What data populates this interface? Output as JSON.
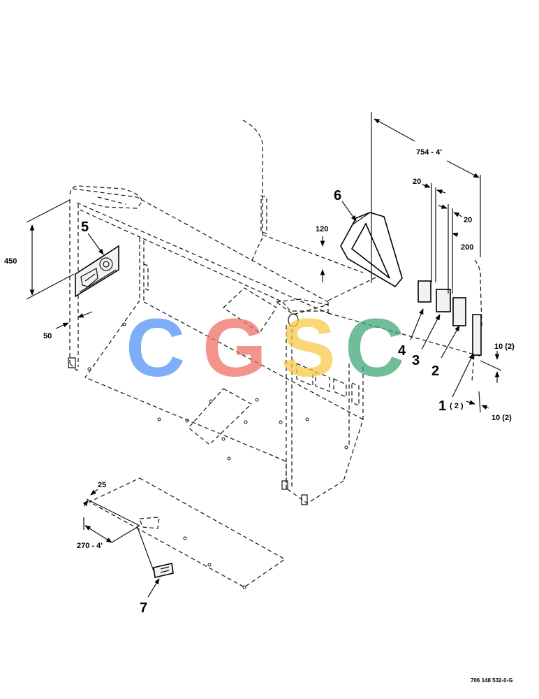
{
  "callouts": {
    "n1": "1",
    "n1_qty": "( 2 )",
    "n2": "2",
    "n3": "3",
    "n4": "4",
    "n5": "5",
    "n6": "6",
    "n7": "7"
  },
  "dimensions": {
    "d754": "754 - 4'",
    "d20a": "20",
    "d20b": "20",
    "d200": "200",
    "d120": "120",
    "d450": "450",
    "d50": "50",
    "d10a": "10 (2)",
    "d10b": "10 (2)",
    "d25": "25",
    "d270": "270 - 4'"
  },
  "watermark": {
    "letters": [
      "C",
      "G",
      "S",
      "C"
    ],
    "colors": [
      "#4f8ff7",
      "#ee6b5f",
      "#f7c842",
      "#3aa574"
    ]
  },
  "footer": {
    "drawing_number": "706 148 532-0-G"
  }
}
